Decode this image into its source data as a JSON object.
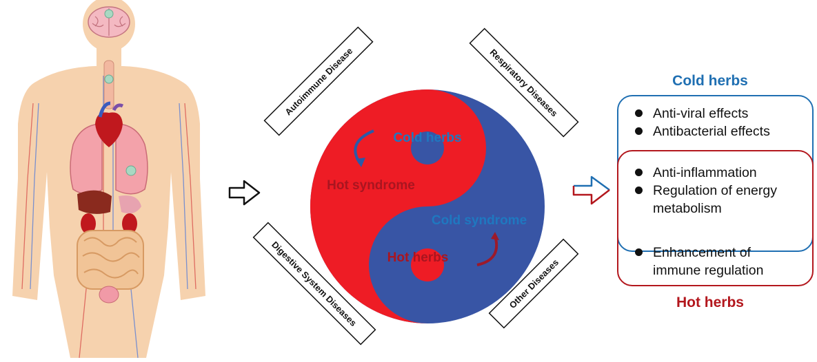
{
  "colors": {
    "red": "#ee1c25",
    "blue": "#3855a5",
    "cold_border": "#1f6fb2",
    "hot_border": "#b3171d",
    "skin": "#f6d2ae"
  },
  "icons": [
    "human-body-illustration",
    "brain-icon",
    "heart-icon",
    "lungs-icon",
    "kidney-icon",
    "intestine-icon",
    "outline-arrow-icon",
    "red-blue-arrow-icon",
    "curved-arrow-icon"
  ],
  "disease_labels": {
    "autoimmune": "Autoimmune Disease",
    "respiratory": "Respiratory Diseases",
    "digestive": "Digestive System Diseases",
    "other": "Other Diseases"
  },
  "yin_yang": {
    "cold_herbs": "Cold herbs",
    "hot_syndrome": "Hot syndrome",
    "cold_syndrome": "Cold syndrome",
    "hot_herbs": "Hot herbs"
  },
  "effects": {
    "cold_title": "Cold herbs",
    "hot_title": "Hot herbs",
    "cold_only": [
      "Anti-viral effects",
      "Antibacterial effects"
    ],
    "shared": [
      "Anti-inflammation",
      "Regulation of energy metabolism"
    ],
    "hot_only": [
      "Enhancement of immune regulation"
    ]
  }
}
